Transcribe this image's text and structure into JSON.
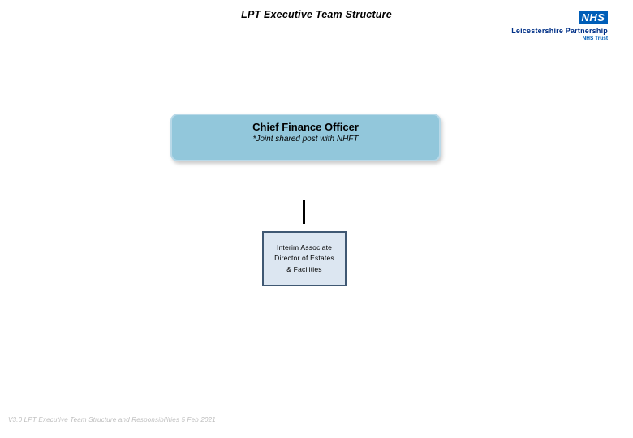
{
  "page": {
    "title": "LPT Executive Team Structure",
    "footer": "V3.0 LPT Executive Team Structure and Responsibilities 5 Feb 2021",
    "background_color": "#FFFFFF"
  },
  "logo": {
    "nhs_label": "NHS",
    "org_name": "Leicestershire Partnership",
    "tagline": "NHS Trust",
    "nhs_blue": "#005EB8",
    "org_name_color": "#003087"
  },
  "org_chart": {
    "root_node": {
      "title": "Chief Finance Officer",
      "subtitle": "*Joint shared post with NHFT",
      "fill_color": "#92C7DB",
      "border_color": "#B9D9E8"
    },
    "connector": {
      "type": "vertical-line",
      "color": "#000000"
    },
    "child_node": {
      "label_lines": [
        "Interim Associate",
        "Director of Estates",
        "& Facilities"
      ],
      "fill_color": "#DCE6F1",
      "border_color": "#3F5873"
    }
  }
}
